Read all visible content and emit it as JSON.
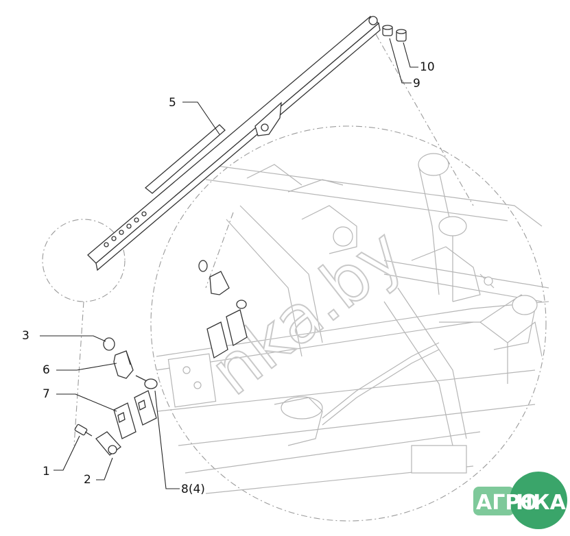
{
  "callouts": {
    "c1": "1",
    "c2": "2",
    "c3": "3",
    "c5": "5",
    "c6": "6",
    "c7": "7",
    "c8": "8(4)",
    "c9": "9",
    "c10": "10"
  },
  "watermark": {
    "text": "nka.by"
  },
  "logo": {
    "left": "АГРО",
    "right": "НКА",
    "color_left": "#7ec99a",
    "color_right": "#3aa56a"
  },
  "colors": {
    "line": "#333333",
    "ghost": "#b5b5b5",
    "background": "#ffffff"
  }
}
